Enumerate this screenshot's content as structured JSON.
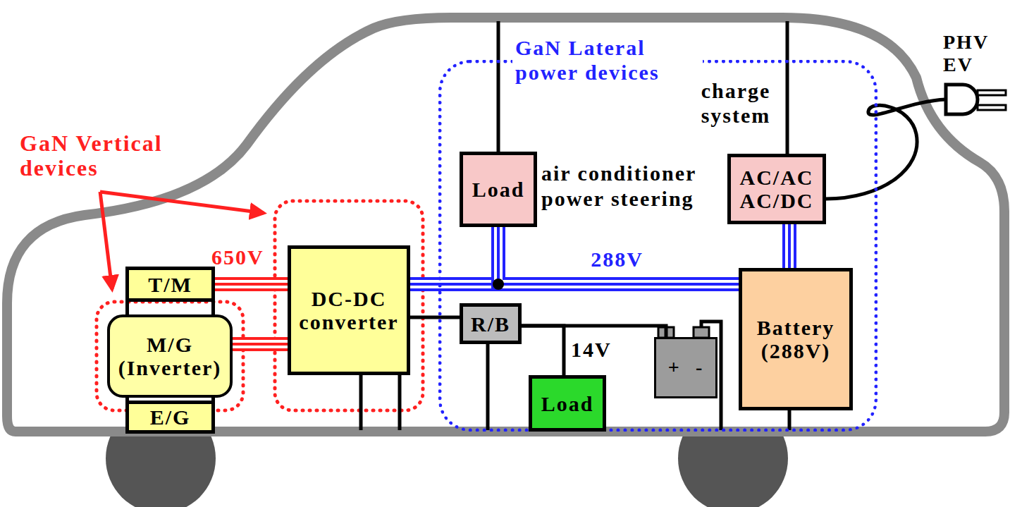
{
  "diagram": {
    "nodes": [
      {
        "text": [
          "T/M"
        ]
      },
      {
        "text": [
          "M/G (Inverter)"
        ]
      },
      {
        "text": [
          "E/G"
        ]
      },
      {
        "text": [
          "DC-DC converter"
        ]
      },
      {
        "text": [
          "GaN Lateral power devices"
        ]
      },
      {
        "text": [
          "Load"
        ],
        "in": 4
      },
      {
        "text": [
          "AC/AC AC/DC"
        ],
        "in": 4
      },
      {
        "text": [
          "R/B"
        ],
        "in": 4
      },
      {
        "text": [
          "+",
          "-"
        ],
        "in": 4
      },
      {
        "text": [
          "Load"
        ],
        "in": 4
      },
      {
        "text": [
          "Battery (288V)"
        ],
        "in": 4
      }
    ],
    "edges": [
      {
        "from": 0,
        "to": 3,
        "arrow": "none",
        "label": "650V"
      },
      {
        "from": 1,
        "to": 3,
        "arrow": "none"
      },
      {
        "from": 3,
        "to": 10,
        "arrow": "none",
        "label": "288V"
      },
      {
        "from": 5,
        "to": 10,
        "arrow": "none"
      },
      {
        "from": 6,
        "to": 10,
        "arrow": "none"
      },
      {
        "from": 3,
        "to": 7,
        "arrow": "none"
      },
      {
        "from": 7,
        "to": 8,
        "arrow": "none"
      },
      {
        "from": 7,
        "to": 9,
        "arrow": "none",
        "label": "14V"
      }
    ],
    "labels": [
      "GaN Vertical devices",
      "air conditioner power steering",
      "charge system",
      "PHV EV"
    ]
  }
}
